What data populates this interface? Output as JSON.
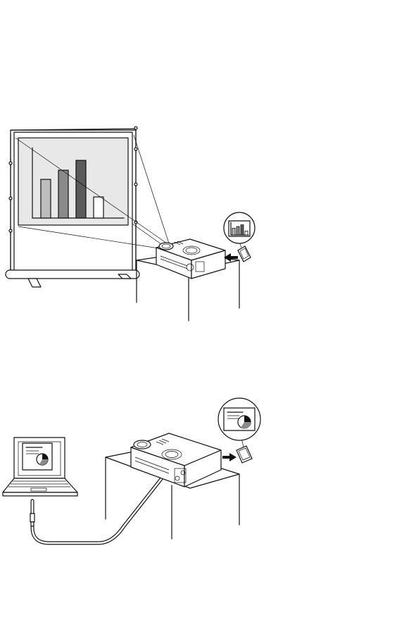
{
  "colors": {
    "line": "#111111",
    "screen_area": "#e8e8e8",
    "bar_light": "#bdbdbd",
    "bar_mid": "#8a8a8a",
    "bar_dark": "#5a5a5a",
    "bar_white": "#ffffff",
    "cable": "#ffffff"
  },
  "icons": {
    "scene1": [
      "projection-screen-icon",
      "projector-icon",
      "memory-card-icon",
      "bar-chart-thumbnail-icon",
      "insert-arrow-icon",
      "pedestal-icon"
    ],
    "scene2": [
      "laptop-icon",
      "projector-icon",
      "memory-card-icon",
      "pie-chart-thumbnail-icon",
      "eject-arrow-icon",
      "cable-icon",
      "pedestal-icon"
    ]
  },
  "screen_bar_levels": [
    0.55,
    0.68,
    0.82,
    0.3
  ],
  "thumbnail_bar_levels": [
    0.6,
    0.75,
    0.9,
    0.35
  ]
}
